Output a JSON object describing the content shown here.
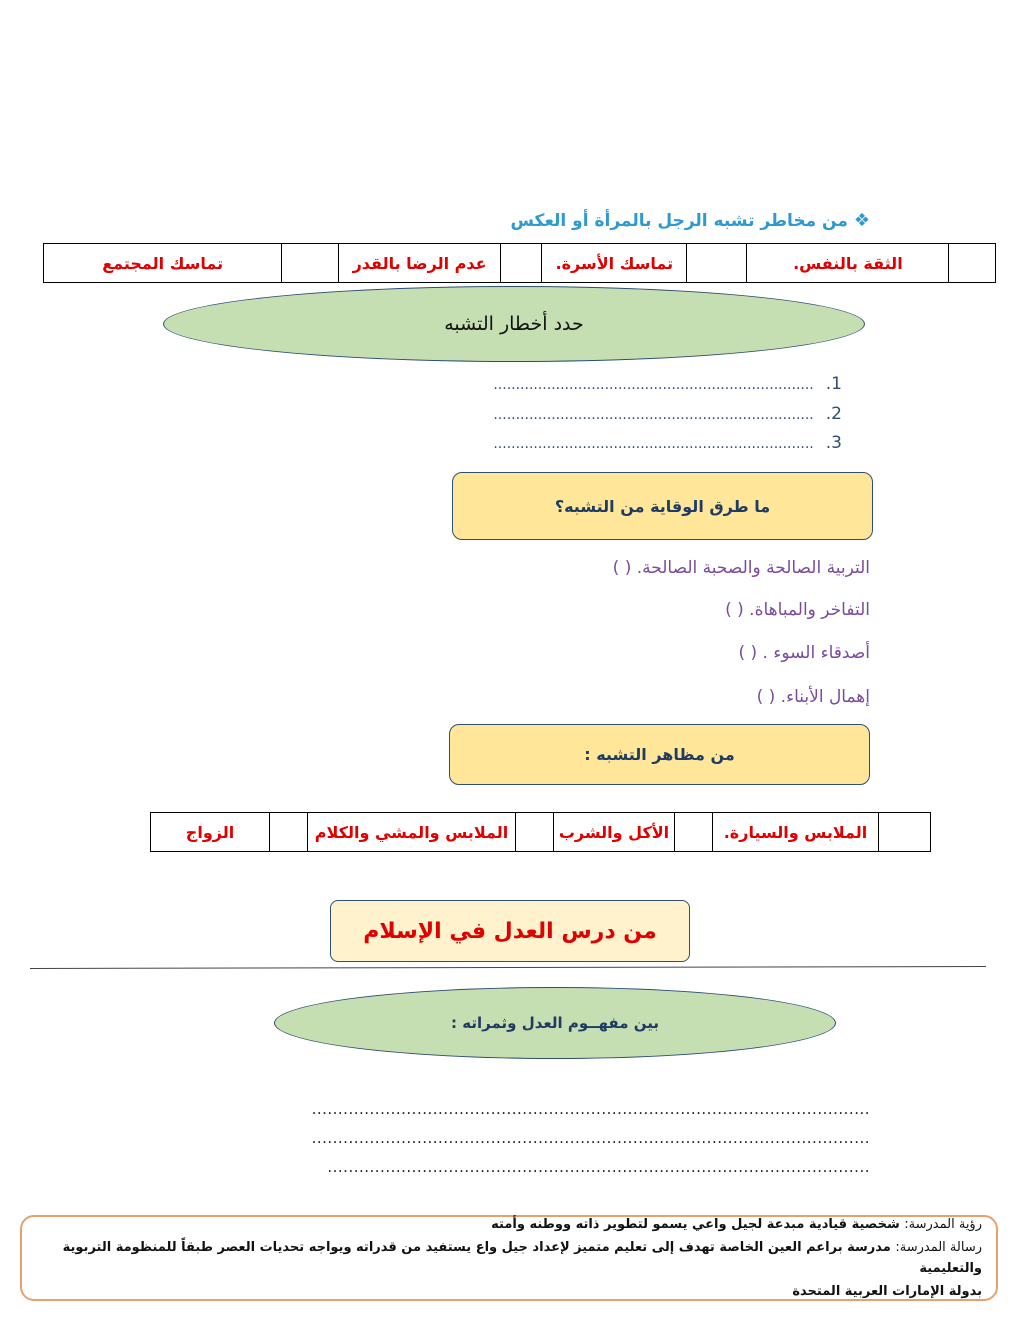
{
  "risks": {
    "heading": "من مخاطر تشبه الرجل بالمرأة أو العكس",
    "options": [
      "الثقة بالنفس.",
      "تماسك الأسرة.",
      "عدم الرضا بالقدر",
      "تماسك المجتمع"
    ]
  },
  "dangers": {
    "title": "حدد أخطار التشبه",
    "items": [
      {
        "num": "1.",
        "dots": "........................................................................"
      },
      {
        "num": "2.",
        "dots": "........................................................................"
      },
      {
        "num": "3.",
        "dots": "........................................................................"
      }
    ]
  },
  "prevention": {
    "title": "ما طرق الوقاية من التشبه؟",
    "options": [
      "التربية الصالحة والصحبة الصالحة. (      )",
      "التفاخر والمباهاة. (      )",
      "أصدقاء السوء  . (      )",
      "إهمال الأبناء. (      )"
    ]
  },
  "appearances": {
    "title": "من مظاهر التشبه :",
    "options": [
      "الملابس والسيارة.",
      "الأكل والشرب",
      "الملابس والمشي والكلام",
      "الزواج"
    ]
  },
  "lesson": {
    "title": "من درس العدل في الإسلام"
  },
  "justice": {
    "title": "بين مفهــوم العدل  وثمراته :",
    "lines": [
      "..........................................................................................................",
      "..........................................................................................................",
      "......................................................................................................."
    ]
  },
  "footer": {
    "vision_label": "رؤية المدرسة:",
    "vision_text": "شخصية قيادية مبدعة لجيل واعي يسمو لتطوير ذاته ووطنه وأمته",
    "mission_label": "رسالة المدرسة:",
    "mission_text": "مدرسة براعم العين الخاصة تهدف إلى تعليم متميز لإعداد جيل واع يستفيد من قدراته ويواجه تحديات العصر طبقاً للمنظومة التربوية والتعليمية",
    "mission_text_2": "بدولة الإمارات العربية المتحدة"
  },
  "colors": {
    "heading_blue": "#2e9ad0",
    "answer_red": "#e00000",
    "ellipse_green": "#c6dfb2",
    "box_yellow": "#ffe699",
    "option_purple": "#7a4aa0",
    "footer_border": "#e8a070"
  }
}
